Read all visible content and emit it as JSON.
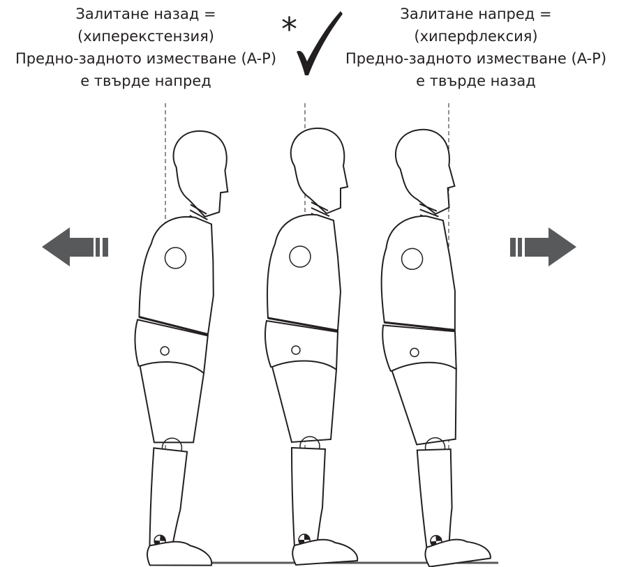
{
  "left_caption": {
    "line1": "Залитане назад =",
    "line2": "(хиперекстензия)",
    "line3": "Предно-задното изместване (A-P)",
    "line4": "е твърде напред"
  },
  "right_caption": {
    "line1": "Залитане напред =",
    "line2": "(хиперфлексия)",
    "line3": "Предно-задното изместване (A-P)",
    "line4": "е твърде назад"
  },
  "marker": {
    "symbol": "*"
  },
  "colors": {
    "line": "#231f20",
    "arrow": "#58595b"
  }
}
